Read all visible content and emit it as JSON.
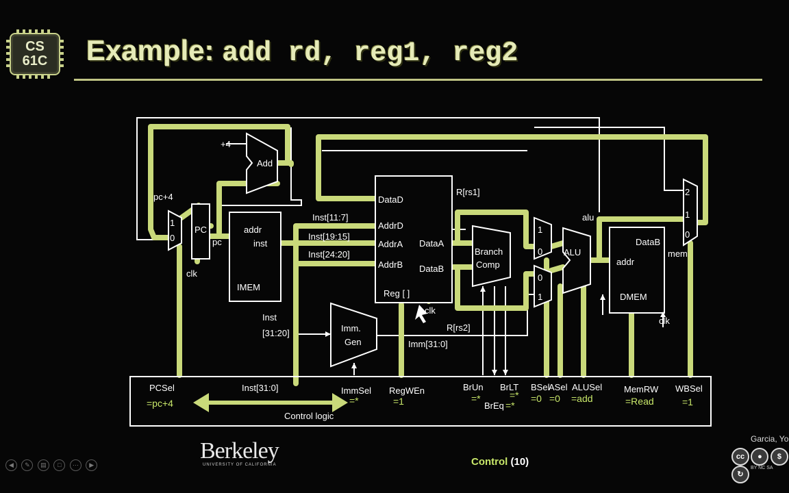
{
  "logo": {
    "line1": "CS",
    "line2": "61C"
  },
  "slide_title": {
    "prefix": "Example: ",
    "code": "add rd, reg1, reg2"
  },
  "diagram": {
    "pc_add": {
      "four": "+4",
      "add": "Add",
      "pc_plus4": "pc+4"
    },
    "pc_mux": {
      "in1": "1",
      "in0": "0"
    },
    "pc_reg": {
      "label": "PC",
      "out": "pc",
      "clk": "clk"
    },
    "imem": {
      "addr": "addr",
      "inst": "inst",
      "name": "IMEM"
    },
    "inst_fields": {
      "rd": "Inst[11:7]",
      "rs1": "Inst[19:15]",
      "rs2": "Inst[24:20]",
      "imm_hdr1": "Inst",
      "imm_hdr2": "[31:20]"
    },
    "regfile": {
      "datad": "DataD",
      "addrd": "AddrD",
      "addra": "AddrA",
      "addrb": "AddrB",
      "dataa": "DataA",
      "datab": "DataB",
      "name": "Reg [ ]",
      "clk": "clk",
      "rrs1": "R[rs1]",
      "rrs2": "R[rs2]"
    },
    "immgen": {
      "line1": "Imm.",
      "line2": "Gen",
      "out": "Imm[31:0]"
    },
    "branch": {
      "line1": "Branch",
      "line2": "Comp"
    },
    "a_mux": {
      "top": "1",
      "bot": "0"
    },
    "b_mux": {
      "top": "0",
      "bot": "1"
    },
    "alu": {
      "name": "ALU",
      "out": "alu"
    },
    "dmem": {
      "datab": "DataB",
      "addr": "addr",
      "name": "DMEM",
      "clk": "clk",
      "mem": "mem"
    },
    "wb_mux": {
      "in2": "2",
      "in1": "1",
      "in0": "0"
    }
  },
  "control": {
    "logic_label": "Control logic",
    "inst_label": "Inst[31:0]",
    "signals": [
      {
        "name": "PCSel",
        "value": "=pc+4"
      },
      {
        "name": "ImmSel",
        "value": "=*"
      },
      {
        "name": "RegWEn",
        "value": "=1"
      },
      {
        "name": "BrUn",
        "value": "=*"
      },
      {
        "name": "BrLT",
        "value": "=*"
      },
      {
        "name": "BrEq",
        "value": "=*"
      },
      {
        "name": "BSel",
        "value": "=0"
      },
      {
        "name": "ASel",
        "value": "=0"
      },
      {
        "name": "ALUSel",
        "value": "=add"
      },
      {
        "name": "MemRW",
        "value": "=Read"
      },
      {
        "name": "WBSel",
        "value": "=1"
      }
    ]
  },
  "footer": {
    "berkeley": "Berkeley",
    "berkeley_sub": "UNIVERSITY OF CALIFORNIA",
    "section": "Control",
    "page": "(10)",
    "author": "Garcia, Yo",
    "cc_labels": "BY   NC   SA"
  },
  "colors": {
    "highlight": "#c9d97a",
    "wire": "#ffffff",
    "value": "#c9e86a",
    "background": "#060606"
  }
}
